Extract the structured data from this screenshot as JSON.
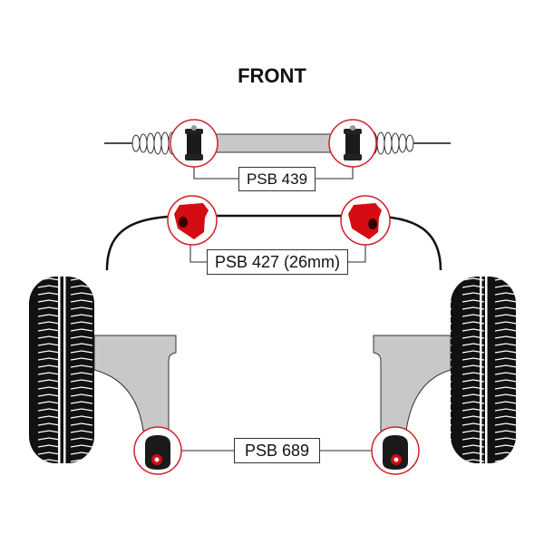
{
  "title": "FRONT",
  "labels": {
    "steering_rack": "PSB 439",
    "anti_roll_bar": "PSB 427 (26mm)",
    "lower_arm": "PSB 689"
  },
  "colors": {
    "highlight_ring": "#d0202a",
    "bush_red": "#d40b12",
    "arm_grey": "#c8c8c8"
  }
}
